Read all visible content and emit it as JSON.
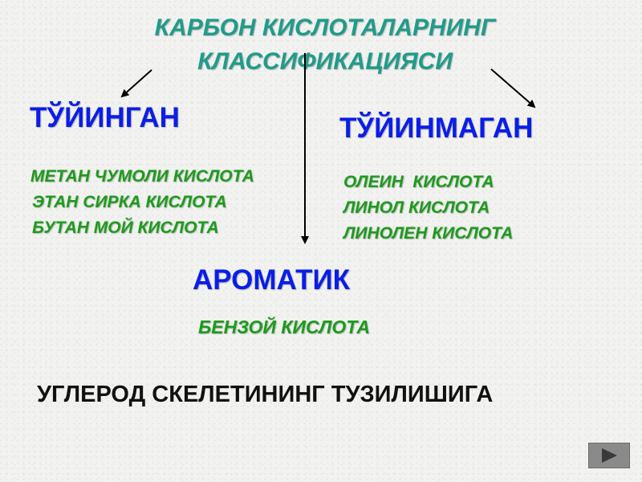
{
  "title": {
    "line1": "КАРБОН КИСЛОТАЛАРНИНГ",
    "line2": "КЛАССИФИКАЦИЯСИ"
  },
  "saturated": {
    "heading": "ТЎЙИНГАН",
    "items": [
      "МЕТАН ЧУМОЛИ КИСЛОТА",
      "ЭТАН СИРКА КИСЛОТА",
      "БУТАН МОЙ КИСЛОТА"
    ]
  },
  "unsaturated": {
    "heading": "ТЎЙИНМАГАН",
    "items": [
      "ОЛЕИН  КИСЛОТА",
      "ЛИНОЛ КИСЛОТА",
      "ЛИНОЛЕН КИСЛОТА"
    ]
  },
  "aromatic": {
    "heading": "АРОМАТИК",
    "items": [
      "БЕНЗОЙ КИСЛОТА"
    ]
  },
  "footer": "УГЛЕРОД СКЕЛЕТИНИНГ ТУЗИЛИШИГА",
  "colors": {
    "title": "#1f9c8a",
    "heading": "#0a1ee8",
    "item": "#1c9b1c",
    "footer": "#111111"
  },
  "nav": {
    "icon": "play-next-icon"
  }
}
